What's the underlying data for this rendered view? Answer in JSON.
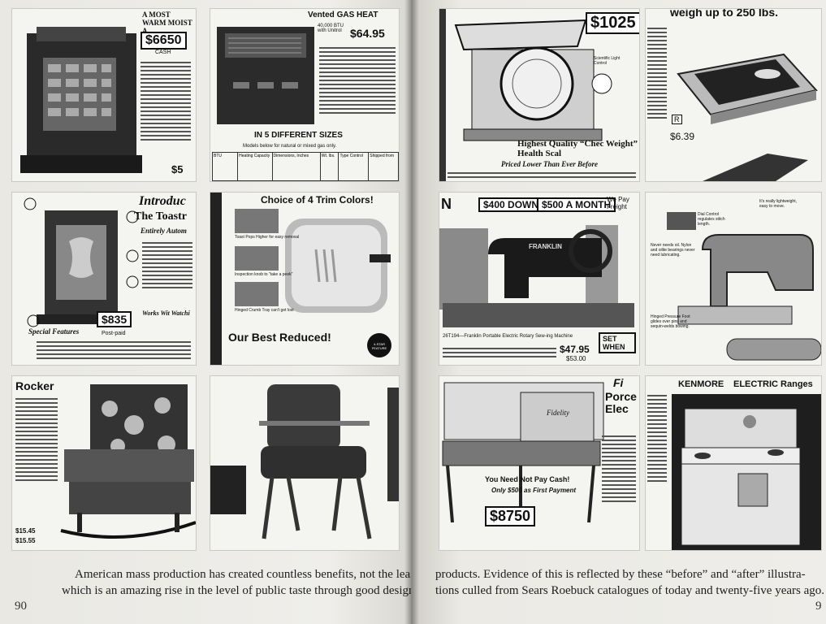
{
  "left_page": {
    "page_number": "90",
    "caption_line1": "American mass production has created countless benefits, not the least of",
    "caption_line2": "which is an amazing rise in the level of public taste through good design of consumer",
    "panels": {
      "stove": {
        "heading": "A MOST WARM MOIST A",
        "price": "$6650",
        "price_sub": "CASH",
        "price2": "$5"
      },
      "gas_heater": {
        "heading": "Vented GAS HEAT",
        "btu": "40,000 BTU with Unitrol",
        "price": "$64.95",
        "sizes": "IN 5 DIFFERENT SIZES",
        "sizes_sub": "Models below for natural or mixed gas only.",
        "table_headers": [
          "BTU",
          "Heating Capacity",
          "Dimensions, Inches",
          "Wt. lbs.",
          "Type Control",
          "Shipped from"
        ]
      },
      "toaster_old": {
        "heading": "Introduc",
        "heading2": "The Toastr",
        "subheading": "Entirely Autom",
        "special": "Special Features",
        "price": "$835",
        "price_sub": "Post-paid",
        "works": "Works Wit Watchi"
      },
      "toaster_new": {
        "heading": "Choice of 4 Trim Colors!",
        "callout1": "Toast Pops Higher for easy removal",
        "callout2": "Inspection knob to \"take a peek\"",
        "callout3": "Hinged Crumb Tray can't get lost",
        "banner": "Our Best Reduced!",
        "seal": "4-STAR FEATURE"
      },
      "rocker": {
        "heading": "Rocker",
        "price1": "$15.45",
        "price2": "$15.55"
      },
      "chair": {}
    }
  },
  "right_page": {
    "page_number": "9",
    "caption_line1": "products. Evidence of this is reflected by these “before” and “after” illustra-",
    "caption_line2": "tions culled from Sears Roebuck catalogues of today and twenty-five years ago.",
    "panels": {
      "scale_old": {
        "price": "$1025",
        "label": "Scientific Light Control",
        "heading": "Highest Quality “Chec Weight” Health Scal",
        "subheading": "Priced Lower Than Ever Before"
      },
      "scale_new": {
        "heading": "weigh up to 250 lbs.",
        "badge": "R",
        "price": "$6.39"
      },
      "sewing_old": {
        "letter": "N",
        "price_down": "$400 DOWN",
        "price_month": "$500 A MONTH",
        "pay": "We Pay Freight",
        "brand": "FRANKLIN",
        "desc": "26T194—Franklin Portable Electric Rotary Sew-ing Machine",
        "price": "$47.95",
        "price2": "$53.00",
        "tag": "SET WHEN"
      },
      "sewing_new": {
        "callout1": "It's really lightweight, easy to move.",
        "callout2": "Dial Control regulates stitch length.",
        "callout3": "Never needs oil. Nylon and oilite bearings never need lubricating.",
        "callout4": "Hinged Pressure Foot glides over pins and sequin-welds bowing."
      },
      "range_old": {
        "heading": "Porce Elec",
        "fi": "Fi",
        "brand": "Fidelity",
        "banner": "You Need Not Pay Cash!",
        "payment": "Only $500 as First Payment",
        "price": "$8750"
      },
      "range_new": {
        "heading_brand": "KENMORE",
        "heading": "ELECTRIC Ranges"
      }
    }
  },
  "colors": {
    "paper": "#ecebe6",
    "ink": "#111111",
    "panel": "#f4f4f1"
  }
}
